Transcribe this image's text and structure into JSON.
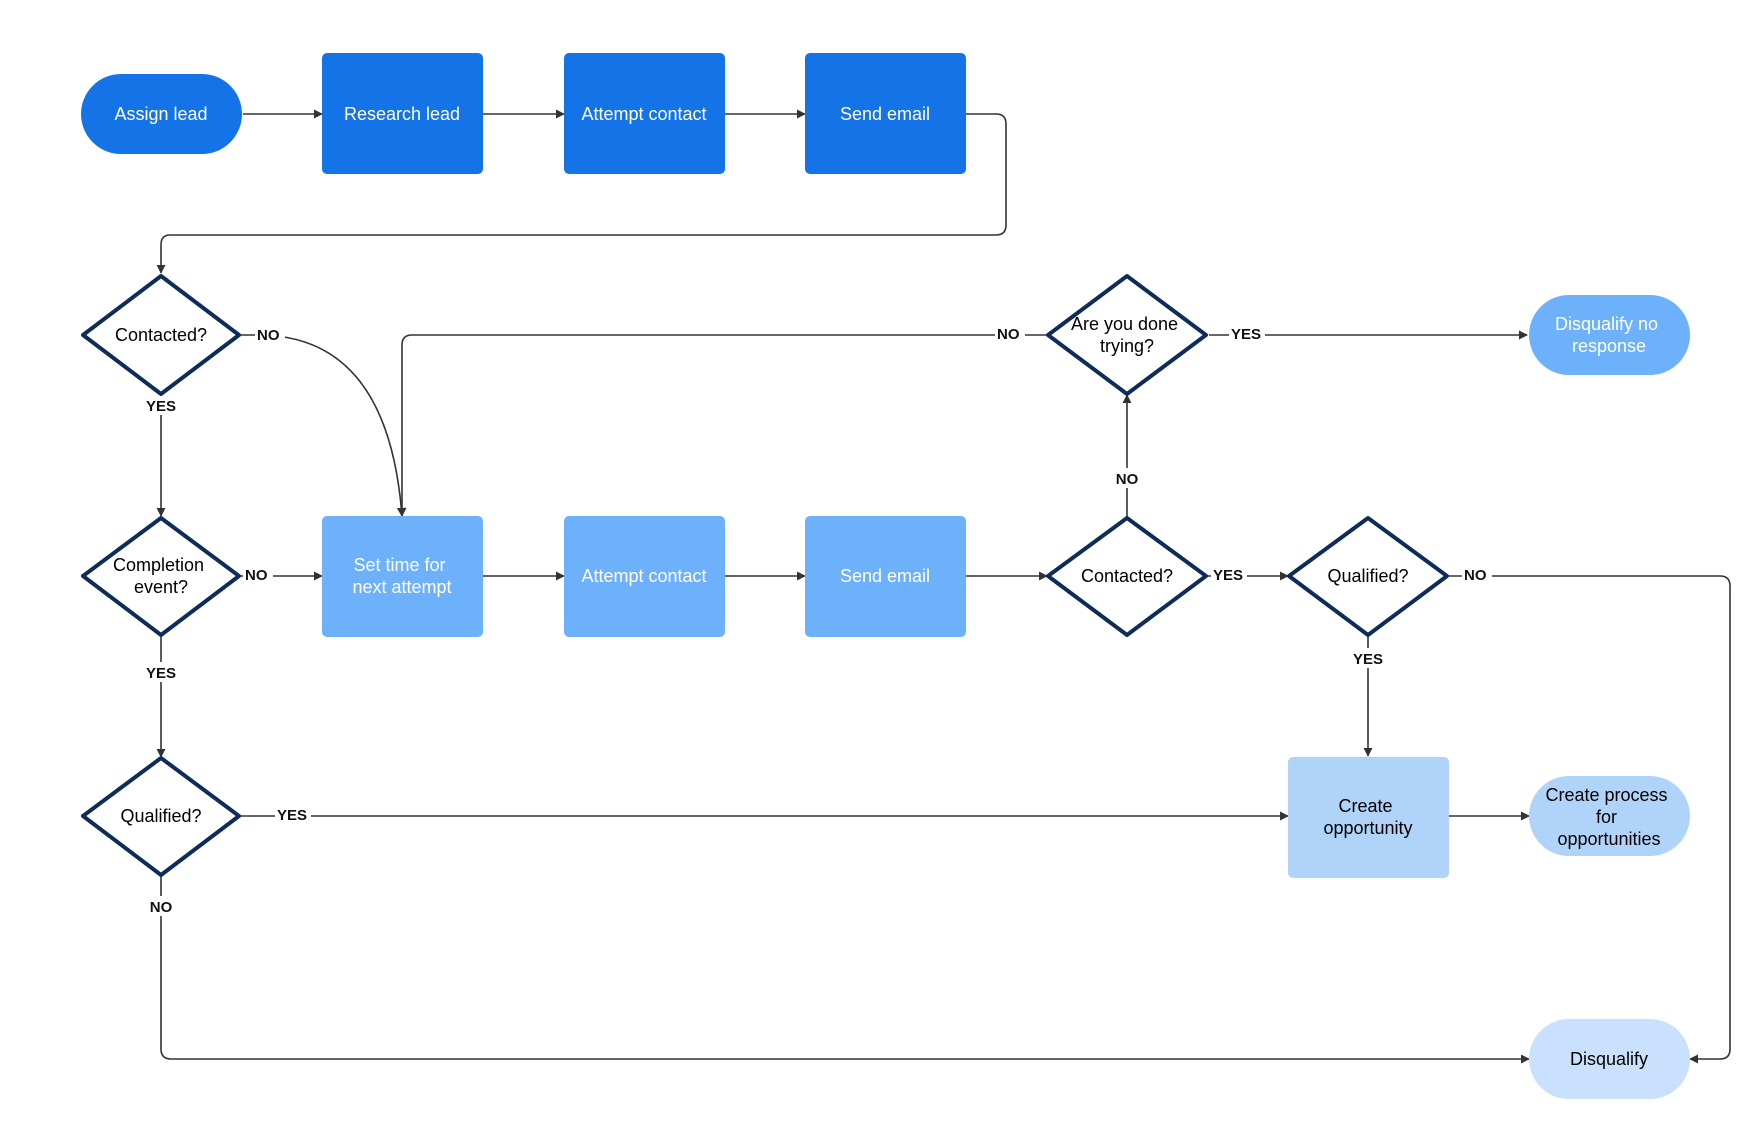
{
  "colors": {
    "dark_blue": "#1473e6",
    "mid_blue": "#6eb1fb",
    "light_blue": "#b0d3fa",
    "pale_blue": "#c9e1fc",
    "diamond_stroke": "#0d2c5a",
    "connector": "#333333"
  },
  "nodes": {
    "assign_lead": "Assign lead",
    "research_lead": "Research lead",
    "attempt_contact_1": "Attempt contact",
    "send_email_1": "Send email",
    "contacted_1": "Contacted?",
    "done_trying": [
      "Are you done",
      "trying?"
    ],
    "disqualify_no_response": [
      "Disqualify no",
      "response"
    ],
    "completion_event": [
      "Completion",
      "event?"
    ],
    "set_time": [
      "Set time for",
      "next attempt"
    ],
    "attempt_contact_2": "Attempt contact",
    "send_email_2": "Send email",
    "contacted_2": "Contacted?",
    "qualified_2": "Qualified?",
    "qualified_1": "Qualified?",
    "create_opportunity": [
      "Create",
      "opportunity"
    ],
    "create_process": [
      "Create process",
      "for",
      "opportunities"
    ],
    "disqualify": "Disqualify"
  },
  "edge_labels": {
    "contacted_1_no": "NO",
    "contacted_1_yes": "YES",
    "done_trying_no": "NO",
    "done_trying_yes": "YES",
    "completion_no": "NO",
    "completion_yes": "YES",
    "contacted_2_no": "NO",
    "contacted_2_yes": "YES",
    "qualified_2_no": "NO",
    "qualified_2_yes": "YES",
    "qualified_1_yes": "YES",
    "qualified_1_no": "NO"
  }
}
